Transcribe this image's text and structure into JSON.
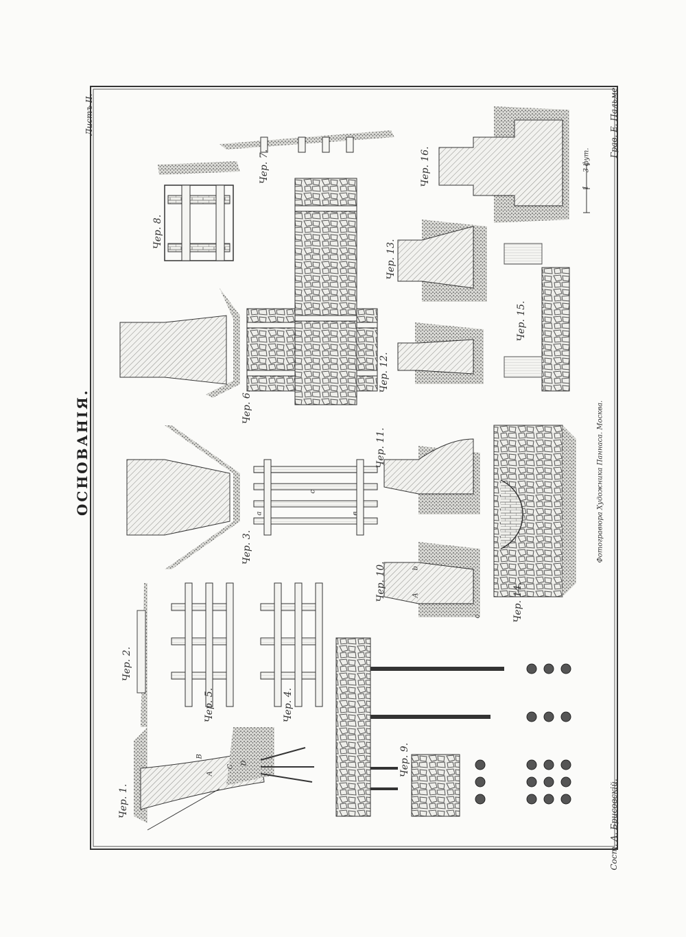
{
  "sheet": {
    "title": "ОСНОВАНІЯ.",
    "sheet_number": "Листъ II.",
    "compiler": "Сост. А. Брисовскій.",
    "engraver": "Грав. Е. Пальме.",
    "printer": "Фотогравюра Художника Паннаса. Москва.",
    "scale_label": "3 фут."
  },
  "figures": [
    {
      "key": "f1",
      "label": "Чер. 1."
    },
    {
      "key": "f2",
      "label": "Чер. 2."
    },
    {
      "key": "f3",
      "label": "Чер. 3."
    },
    {
      "key": "f4",
      "label": "Чер. 4."
    },
    {
      "key": "f5",
      "label": "Чер. 5."
    },
    {
      "key": "f6",
      "label": "Чер. 6."
    },
    {
      "key": "f7",
      "label": "Чер. 7."
    },
    {
      "key": "f8",
      "label": "Чер. 8."
    },
    {
      "key": "f9",
      "label": "Чер. 9."
    },
    {
      "key": "f10",
      "label": "Чер. 10."
    },
    {
      "key": "f11",
      "label": "Чер. 11."
    },
    {
      "key": "f12",
      "label": "Чер. 12."
    },
    {
      "key": "f13",
      "label": "Чер. 13."
    },
    {
      "key": "f14",
      "label": "Чер. 14."
    },
    {
      "key": "f15",
      "label": "Чер. 15."
    },
    {
      "key": "f16",
      "label": "Чер. 16."
    }
  ],
  "letters": {
    "f1_a": "А",
    "f1_b": "В",
    "f1_c": "С",
    "f1_d": "D",
    "f3_a": "а",
    "f3_b": "в",
    "f3_c": "с",
    "f10_a": "A",
    "f10_b": "b",
    "f10_c": "с",
    "scale_one": "1"
  }
}
